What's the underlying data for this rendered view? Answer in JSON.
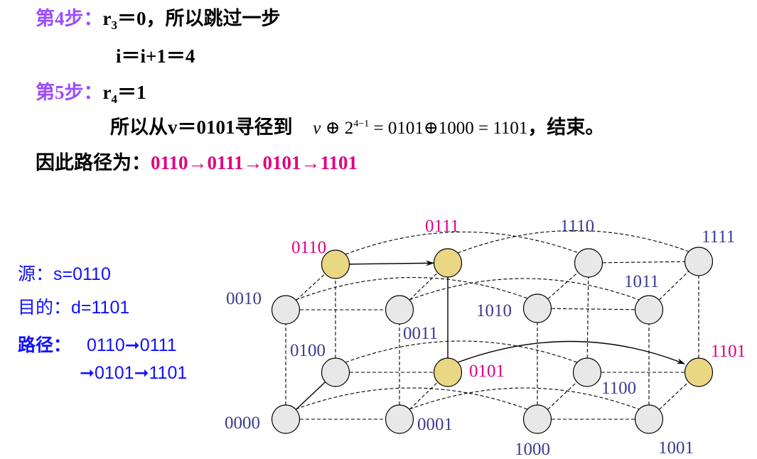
{
  "steps": {
    "step4_label": "第4步：",
    "step4_r": "r",
    "step4_sub": "3",
    "step4_text": "＝0，所以跳过一步",
    "step4_line2": "i＝i+1＝4",
    "step5_label": "第5步：",
    "step5_r": "r",
    "step5_sub": "4",
    "step5_text": "＝1",
    "step5_line2_prefix": "所以从v＝0101寻径到",
    "formula_v": "v",
    "formula_op": " ⊕ 2",
    "formula_exp": "4−1",
    "formula_rest": " = 0101⊕1000 = 1101",
    "step5_line2_suffix": "，结束。",
    "result_label": "因此路径为：",
    "result_path": "0110→0111→0101→1101"
  },
  "legend": {
    "source": "源：s=0110",
    "dest": "目的：d=1101",
    "path_label": "路径：",
    "path_line1": "0110➞0111",
    "path_line2": "➞0101➞1101"
  },
  "colors": {
    "step": "#9b4dff",
    "path": "#e0007f",
    "legend": "#1010ff",
    "node_label": "#3b3b8f",
    "node": "#e8e8e8",
    "node_highlight": "#ead784"
  },
  "nodes": [
    {
      "label": "0110",
      "highlighted": true
    },
    {
      "label": "0111",
      "highlighted": true
    },
    {
      "label": "1110",
      "highlighted": false
    },
    {
      "label": "1111",
      "highlighted": false
    },
    {
      "label": "0010",
      "highlighted": false
    },
    {
      "label": "0011",
      "highlighted": false
    },
    {
      "label": "1010",
      "highlighted": false
    },
    {
      "label": "1011",
      "highlighted": false
    },
    {
      "label": "0100",
      "highlighted": false
    },
    {
      "label": "0101",
      "highlighted": true
    },
    {
      "label": "1100",
      "highlighted": false
    },
    {
      "label": "1101",
      "highlighted": true
    },
    {
      "label": "0000",
      "highlighted": false
    },
    {
      "label": "0001",
      "highlighted": false
    },
    {
      "label": "1000",
      "highlighted": false
    },
    {
      "label": "1001",
      "highlighted": false
    }
  ],
  "route": [
    "0110",
    "0111",
    "0101",
    "1101"
  ]
}
